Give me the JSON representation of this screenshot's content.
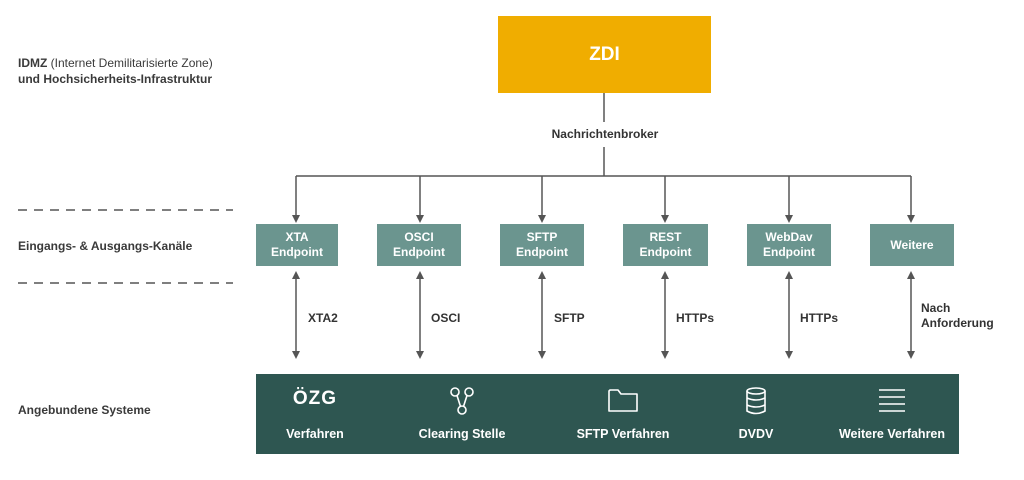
{
  "labels": {
    "idmz_bold": "IDMZ",
    "idmz_rest": " (Internet Demilitarisierte Zone)",
    "idmz_line2": "und Hochsicherheits-Infrastruktur",
    "channels": "Eingangs- & Ausgangs-Kanäle",
    "systems": "Angebundene Systeme"
  },
  "zdi": "ZDI",
  "broker": "Nachrichtenbroker",
  "endpoints": [
    {
      "line1": "XTA",
      "line2": "Endpoint",
      "protocol": "XTA2"
    },
    {
      "line1": "OSCI",
      "line2": "Endpoint",
      "protocol": "OSCI"
    },
    {
      "line1": "SFTP",
      "line2": "Endpoint",
      "protocol": "SFTP"
    },
    {
      "line1": "REST",
      "line2": "Endpoint",
      "protocol": "HTTPs"
    },
    {
      "line1": "WebDav",
      "line2": "Endpoint",
      "protocol": "HTTPs"
    },
    {
      "line1": "Weitere",
      "line2": "",
      "protocol1": "Nach",
      "protocol2": "Anforderung"
    }
  ],
  "systems": [
    {
      "icon": "ozg-logo",
      "logo_text": "ÖZG",
      "label": "Verfahren"
    },
    {
      "icon": "network-nodes-icon",
      "label": "Clearing Stelle"
    },
    {
      "icon": "folder-icon",
      "label": "SFTP Verfahren"
    },
    {
      "icon": "database-icon",
      "label": "DVDV"
    },
    {
      "icon": "list-icon",
      "label": "Weitere Verfahren"
    }
  ],
  "colors": {
    "zdi": "#f0ad00",
    "endpoint": "#6b958f",
    "systems_bar": "#2e5651",
    "lines": "#555555"
  }
}
